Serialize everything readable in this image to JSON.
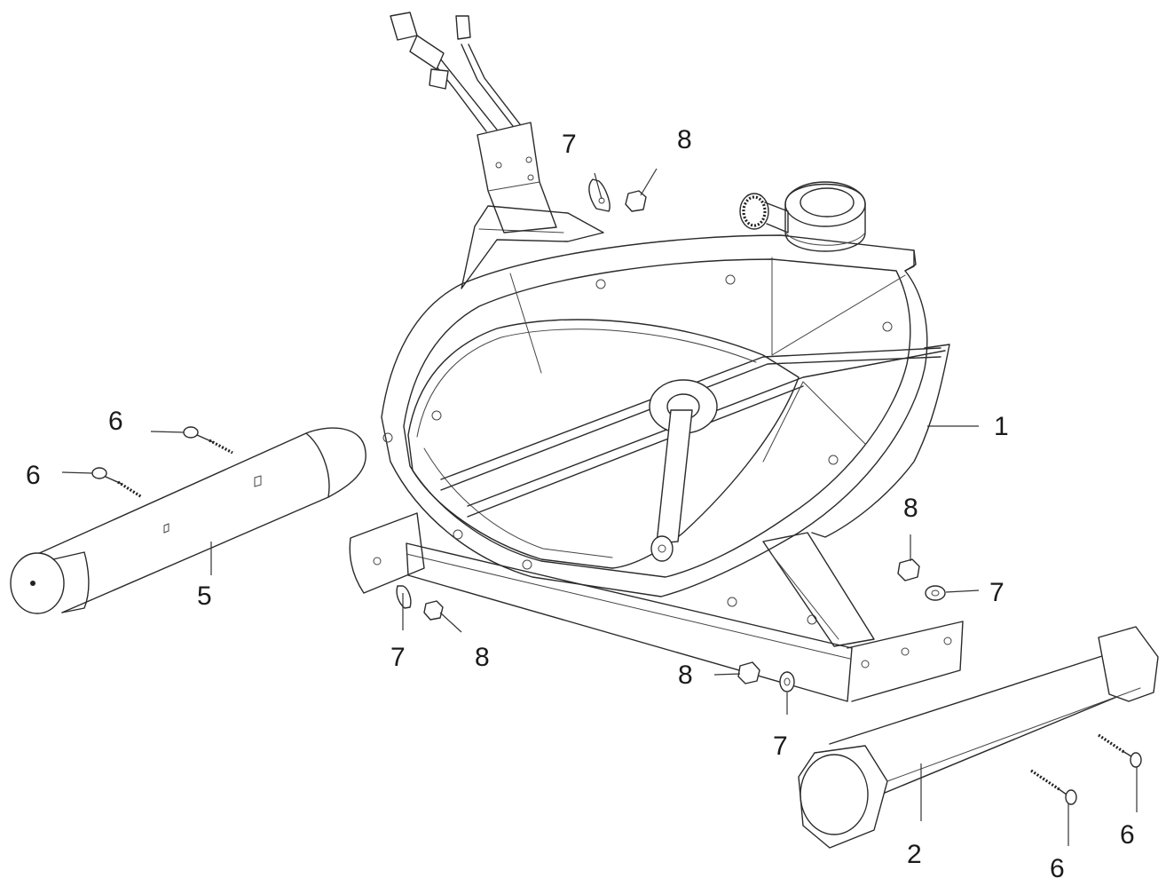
{
  "callouts": [
    {
      "id": "c1",
      "label": "1"
    },
    {
      "id": "c2",
      "label": "2"
    },
    {
      "id": "c5",
      "label": "5"
    },
    {
      "id": "c6a",
      "label": "6"
    },
    {
      "id": "c6b",
      "label": "6"
    },
    {
      "id": "c6c",
      "label": "6"
    },
    {
      "id": "c6d",
      "label": "6"
    },
    {
      "id": "c7a",
      "label": "7"
    },
    {
      "id": "c7b",
      "label": "7"
    },
    {
      "id": "c7c",
      "label": "7"
    },
    {
      "id": "c7d",
      "label": "7"
    },
    {
      "id": "c8a",
      "label": "8"
    },
    {
      "id": "c8b",
      "label": "8"
    },
    {
      "id": "c8c",
      "label": "8"
    },
    {
      "id": "c8d",
      "label": "8"
    }
  ]
}
